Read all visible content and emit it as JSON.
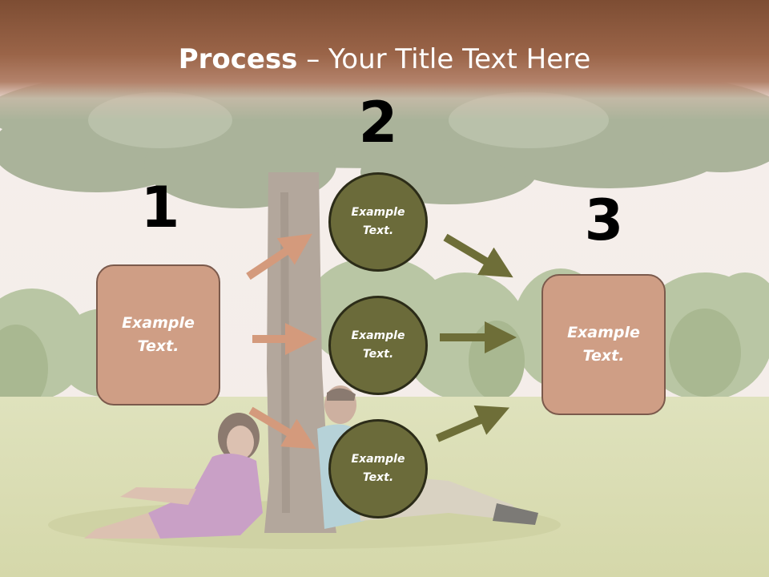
{
  "title": {
    "bold": "Process",
    "rest": " – Your Title Text Here"
  },
  "steps": {
    "n1": "1",
    "n2": "2",
    "n3": "3"
  },
  "left_box": {
    "line1": "Example",
    "line2": "Text."
  },
  "right_box": {
    "line1": "Example",
    "line2": "Text."
  },
  "circles": [
    {
      "line1": "Example",
      "line2": "Text."
    },
    {
      "line1": "Example",
      "line2": "Text."
    },
    {
      "line1": "Example",
      "line2": "Text."
    }
  ],
  "colors": {
    "title_bar": "#8a573b",
    "box_fill": "#cf9e85",
    "box_border": "#7b5a4c",
    "circle_fill": "#6b6b3a",
    "circle_border": "#2c2c18",
    "arrow_left": "#d49a7c",
    "arrow_right": "#6e6e38"
  }
}
